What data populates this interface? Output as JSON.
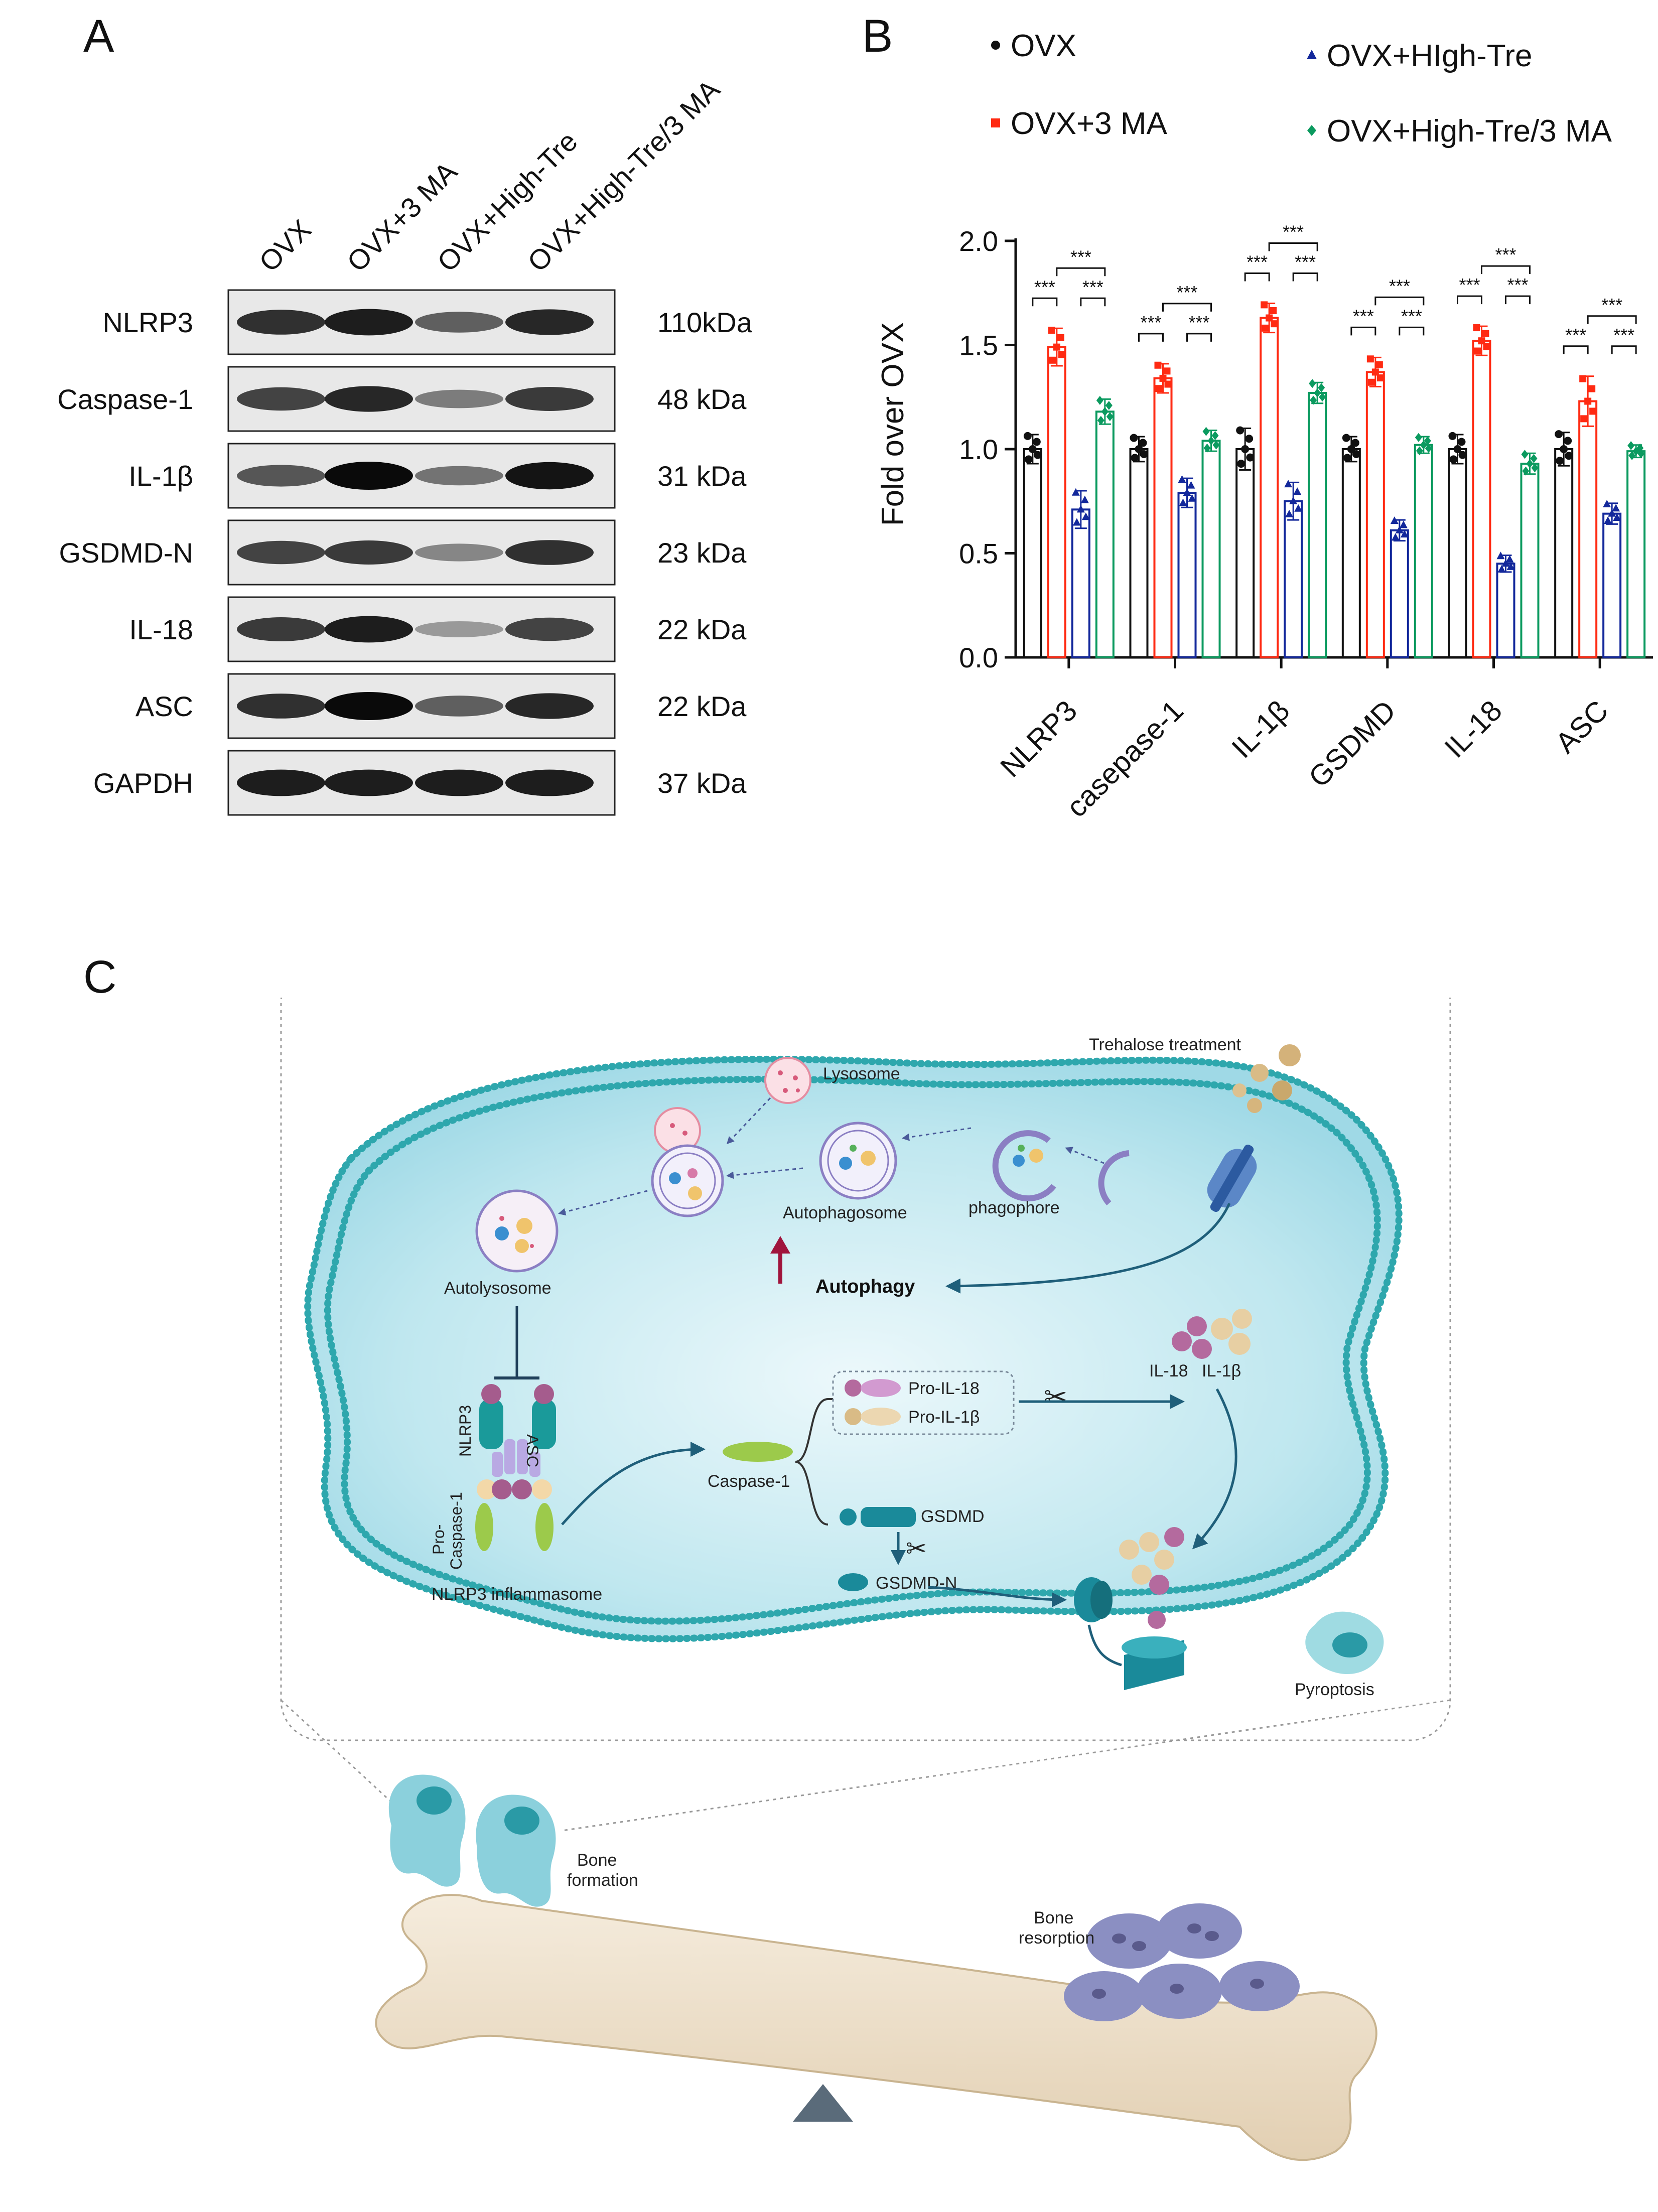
{
  "panel_a": {
    "letter": "A",
    "lanes": [
      "OVX",
      "OVX+3 MA",
      "OVX+High-Tre",
      "OVX+High-Tre/3 MA"
    ],
    "proteins": [
      "NLRP3",
      "Caspase-1",
      "IL-1β",
      "GSDMD-N",
      "IL-18",
      "ASC",
      "GAPDH"
    ],
    "weights": [
      "110kDa",
      "48 kDa",
      "31 kDa",
      "23 kDa",
      "22 kDa",
      "22 kDa",
      "37 kDa"
    ],
    "band_strength": [
      [
        0.8,
        0.9,
        0.55,
        0.85
      ],
      [
        0.7,
        0.85,
        0.4,
        0.75
      ],
      [
        0.6,
        1.0,
        0.45,
        0.95
      ],
      [
        0.7,
        0.75,
        0.35,
        0.8
      ],
      [
        0.75,
        0.9,
        0.25,
        0.7
      ],
      [
        0.8,
        1.0,
        0.55,
        0.85
      ],
      [
        0.9,
        0.9,
        0.9,
        0.9
      ]
    ]
  },
  "panel_b": {
    "letter": "B",
    "legend": [
      {
        "label": "OVX",
        "marker": "circle",
        "color": "#111111"
      },
      {
        "label": "OVX+3 MA",
        "marker": "square",
        "color": "#ff2a12"
      },
      {
        "label": "OVX+HIgh-Tre",
        "marker": "triangle",
        "color": "#13289b"
      },
      {
        "label": "OVX+High-Tre/3 MA",
        "marker": "diamond",
        "color": "#0b9a5f"
      }
    ]
  },
  "chart_data": {
    "type": "bar",
    "ylabel": "Fold over OVX",
    "ylim": [
      0,
      2.0
    ],
    "yticks": [
      "0.0",
      "0.5",
      "1.0",
      "1.5",
      "2.0"
    ],
    "categories": [
      "NLRP3",
      "casepase-1",
      "IL-1β",
      "GSDMD",
      "IL-18",
      "ASC"
    ],
    "series": [
      {
        "name": "OVX",
        "color": "#111111",
        "values": [
          1.0,
          1.0,
          1.0,
          1.0,
          1.0,
          1.0
        ],
        "err": [
          0.07,
          0.06,
          0.1,
          0.06,
          0.07,
          0.08
        ]
      },
      {
        "name": "OVX+3 MA",
        "color": "#ff2a12",
        "values": [
          1.49,
          1.34,
          1.63,
          1.37,
          1.52,
          1.23
        ],
        "err": [
          0.09,
          0.07,
          0.07,
          0.07,
          0.07,
          0.12
        ]
      },
      {
        "name": "OVX+HIgh-Tre",
        "color": "#13289b",
        "values": [
          0.71,
          0.79,
          0.75,
          0.61,
          0.45,
          0.69
        ],
        "err": [
          0.09,
          0.07,
          0.09,
          0.05,
          0.04,
          0.05
        ]
      },
      {
        "name": "OVX+High-Tre/3 MA",
        "color": "#0b9a5f",
        "values": [
          1.18,
          1.04,
          1.27,
          1.02,
          0.93,
          0.99
        ],
        "err": [
          0.06,
          0.05,
          0.05,
          0.04,
          0.05,
          0.03
        ]
      }
    ],
    "significance": "***",
    "grid": false,
    "legend_position": "top"
  },
  "panel_c": {
    "letter": "C",
    "labels": {
      "trehalose": "Trehalose treatment",
      "lysosome": "Lysosome",
      "autophagosome": "Autophagosome",
      "phagophore": "phagophore",
      "autolysosome": "Autolysosome",
      "autophagy": "Autophagy",
      "nlrp3": "NLRP3",
      "asc": "ASC",
      "pro_caspase_1a": "Pro-",
      "pro_caspase_1b": "Caspase-1",
      "inflammasome": "NLRP3 inflammasome",
      "caspase_1": "Caspase-1",
      "pro_il18": "Pro-IL-18",
      "pro_il1b": "Pro-IL-1β",
      "il18": "IL-18",
      "il1b": "IL-1β",
      "gsdmd": "GSDMD",
      "gsdmd_n": "GSDMD-N",
      "pyroptosis": "Pyroptosis",
      "bone_formation_1": "Bone",
      "bone_formation_2": "formation",
      "bone_resorption_1": "Bone",
      "bone_resorption_2": "resorption"
    }
  }
}
